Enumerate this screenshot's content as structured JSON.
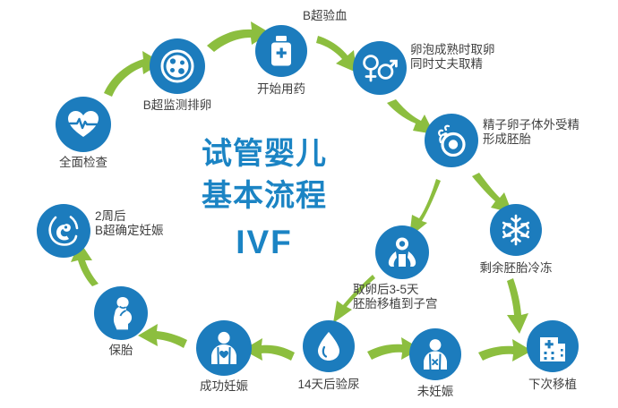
{
  "title": {
    "line1": "试管婴儿",
    "line2": "基本流程",
    "line3": "IVF",
    "color": "#1b84c4"
  },
  "theme": {
    "circle_color": "#1c7cbd",
    "arrow_color": "#8cbe3f",
    "icon_color": "#ffffff",
    "label_color": "#3f3f3f",
    "background": "#ffffff"
  },
  "steps": [
    {
      "id": "full-checkup",
      "label": "全面检查",
      "icon": "heart-pulse-icon"
    },
    {
      "id": "ultrasound-ovulation-monitor",
      "label": "B超监测排卵",
      "icon": "ovary-follicle-icon"
    },
    {
      "id": "start-medication",
      "label": "开始用药",
      "icon": "medicine-bottle-icon"
    },
    {
      "id": "ultrasound-blood-test",
      "label": "B超验血",
      "icon": "none"
    },
    {
      "id": "egg-sperm-retrieval",
      "label": "卵泡成熟时取卵\n同时丈夫取精",
      "icon": "male-female-symbol-icon"
    },
    {
      "id": "ivf-fertilization",
      "label": "精子卵子体外受精\n形成胚胎",
      "icon": "sperm-egg-icon"
    },
    {
      "id": "freeze-embryos",
      "label": "剩余胚胎冷冻",
      "icon": "snowflake-icon"
    },
    {
      "id": "embryo-transfer",
      "label": "取卵后3-5天\n胚胎移植到子宫",
      "icon": "hands-embryo-icon"
    },
    {
      "id": "urine-test",
      "label": "14天后验尿",
      "icon": "droplet-icon"
    },
    {
      "id": "not-pregnant",
      "label": "未妊娠",
      "icon": "woman-no-pregnancy-icon"
    },
    {
      "id": "next-transfer",
      "label": "下次移植",
      "icon": "hospital-icon"
    },
    {
      "id": "successful-pregnancy",
      "label": "成功妊娠",
      "icon": "woman-pregnant-heart-icon"
    },
    {
      "id": "保胎",
      "label": "保胎",
      "icon": "pregnant-woman-side-icon"
    },
    {
      "id": "confirm-pregnancy",
      "label": "2周后\nB超确定妊娠",
      "icon": "fetus-womb-icon"
    }
  ]
}
